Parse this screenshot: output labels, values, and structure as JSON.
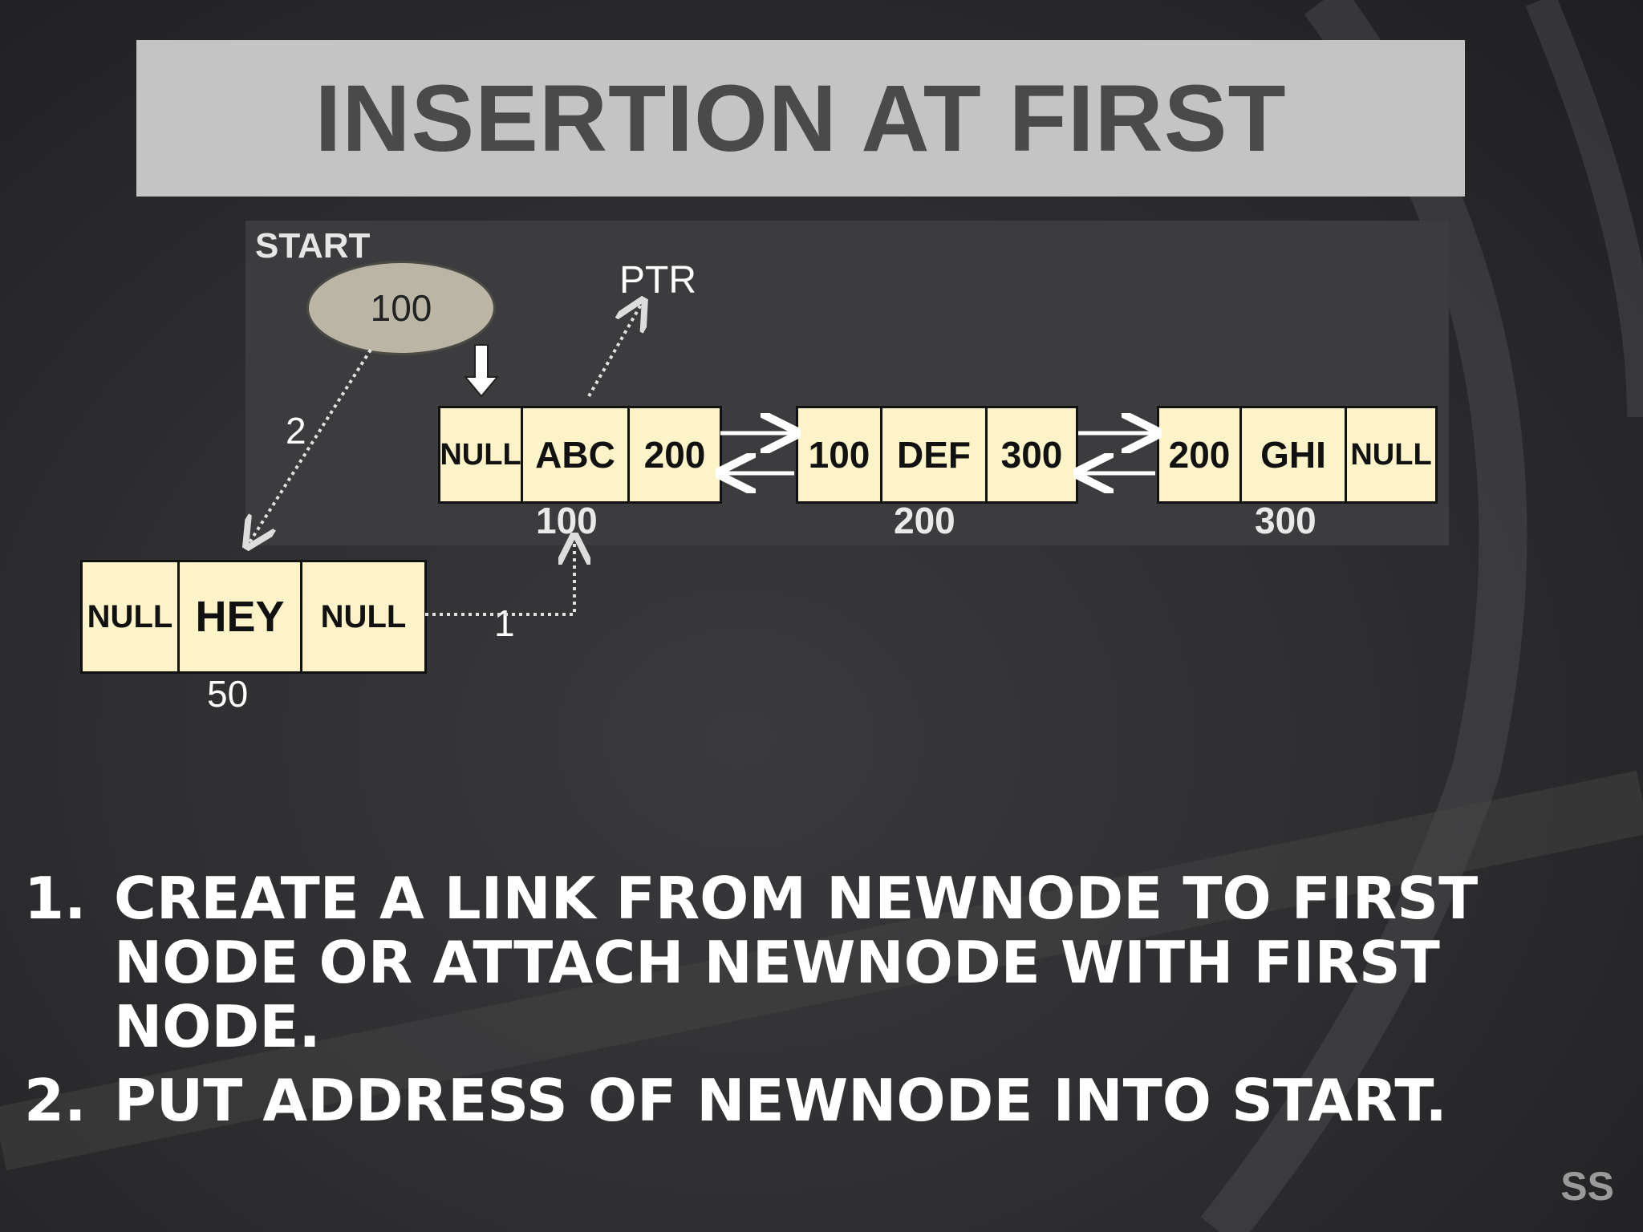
{
  "slide": {
    "title": "INSERTION AT FIRST",
    "watermark": "SS"
  },
  "diagram": {
    "start_label": "START",
    "start_value": "100",
    "ptr_label": "PTR",
    "nodes": [
      {
        "prev": "NULL",
        "data": "ABC",
        "next": "200",
        "address": "100"
      },
      {
        "prev": "100",
        "data": "DEF",
        "next": "300",
        "address": "200"
      },
      {
        "prev": "200",
        "data": "GHI",
        "next": "NULL",
        "address": "300"
      }
    ],
    "new_node": {
      "prev": "NULL",
      "data": "HEY",
      "next": "NULL",
      "address": "50"
    },
    "link_labels": {
      "step1": "1",
      "step2": "2"
    }
  },
  "steps": [
    {
      "number": "1.",
      "text": "CREATE A LINK FROM NEWNODE TO FIRST NODE OR ATTACH NEWNODE WITH FIRST NODE."
    },
    {
      "number": "2.",
      "text": "PUT ADDRESS OF NEWNODE INTO START."
    }
  ],
  "colors": {
    "node_fill": "#fdf3c8",
    "title_bar": "#c4c4c4",
    "oval_fill": "#bab5a5"
  }
}
